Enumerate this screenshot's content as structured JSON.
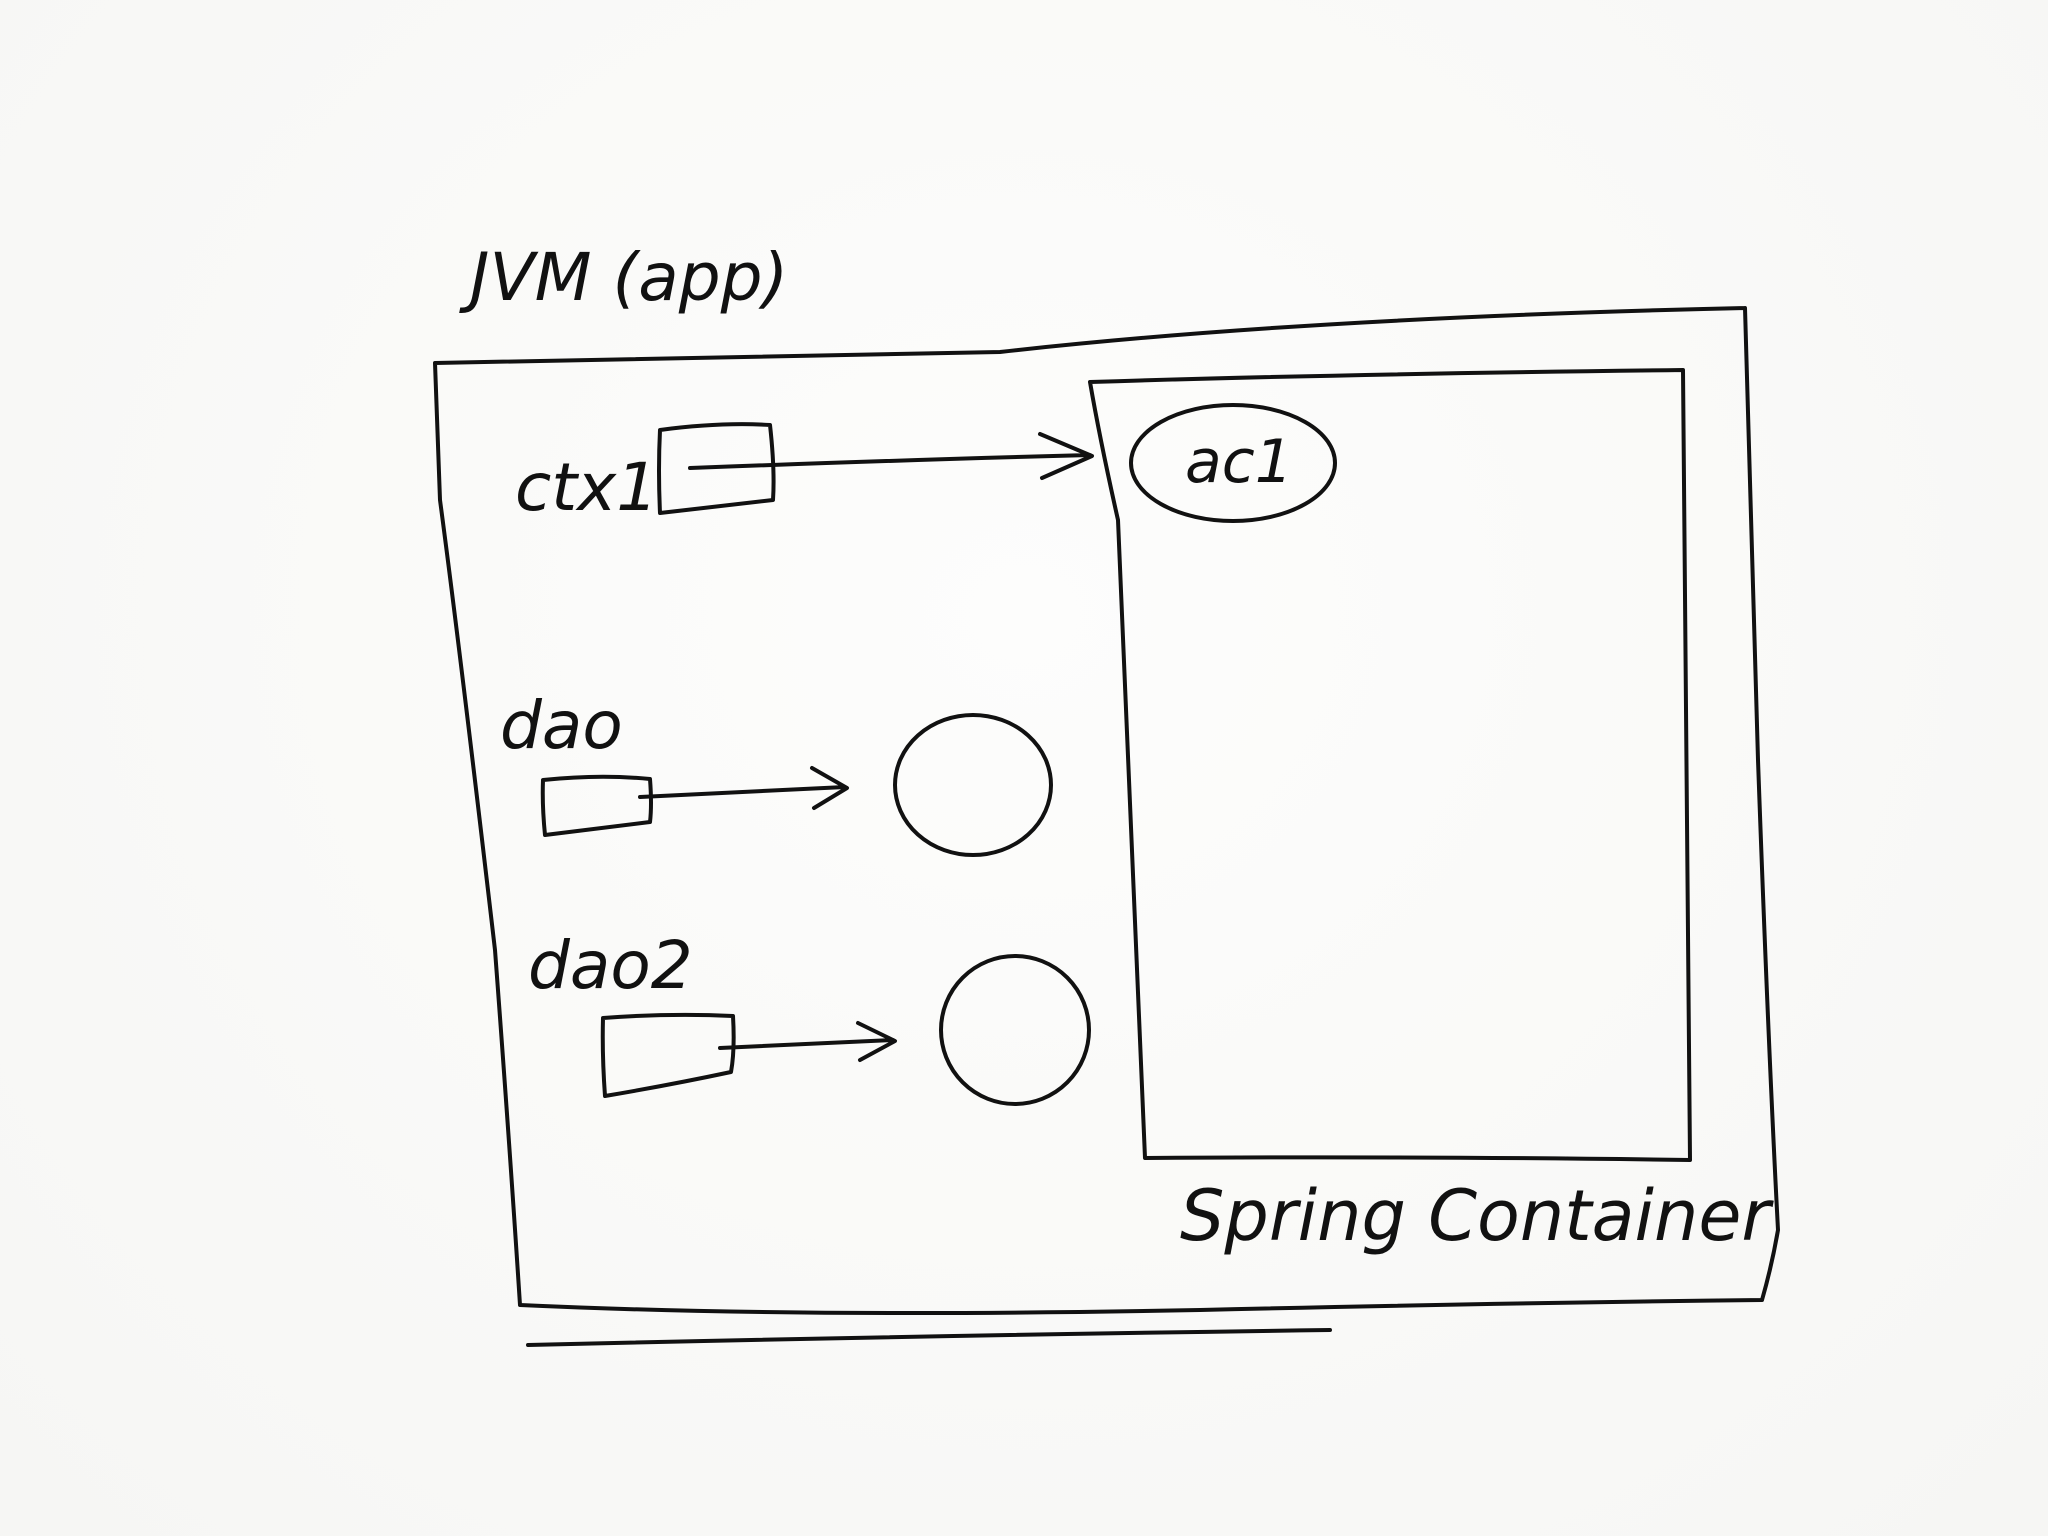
{
  "diagram": {
    "jvm_label": "JVM (app)",
    "container_label": "Spring Container",
    "bean_label": "ac1",
    "vars": [
      {
        "name": "ctx1"
      },
      {
        "name": "dao"
      },
      {
        "name": "dao2"
      }
    ]
  },
  "colors": {
    "ink": "#111111",
    "paper": "#fbfbfa"
  }
}
